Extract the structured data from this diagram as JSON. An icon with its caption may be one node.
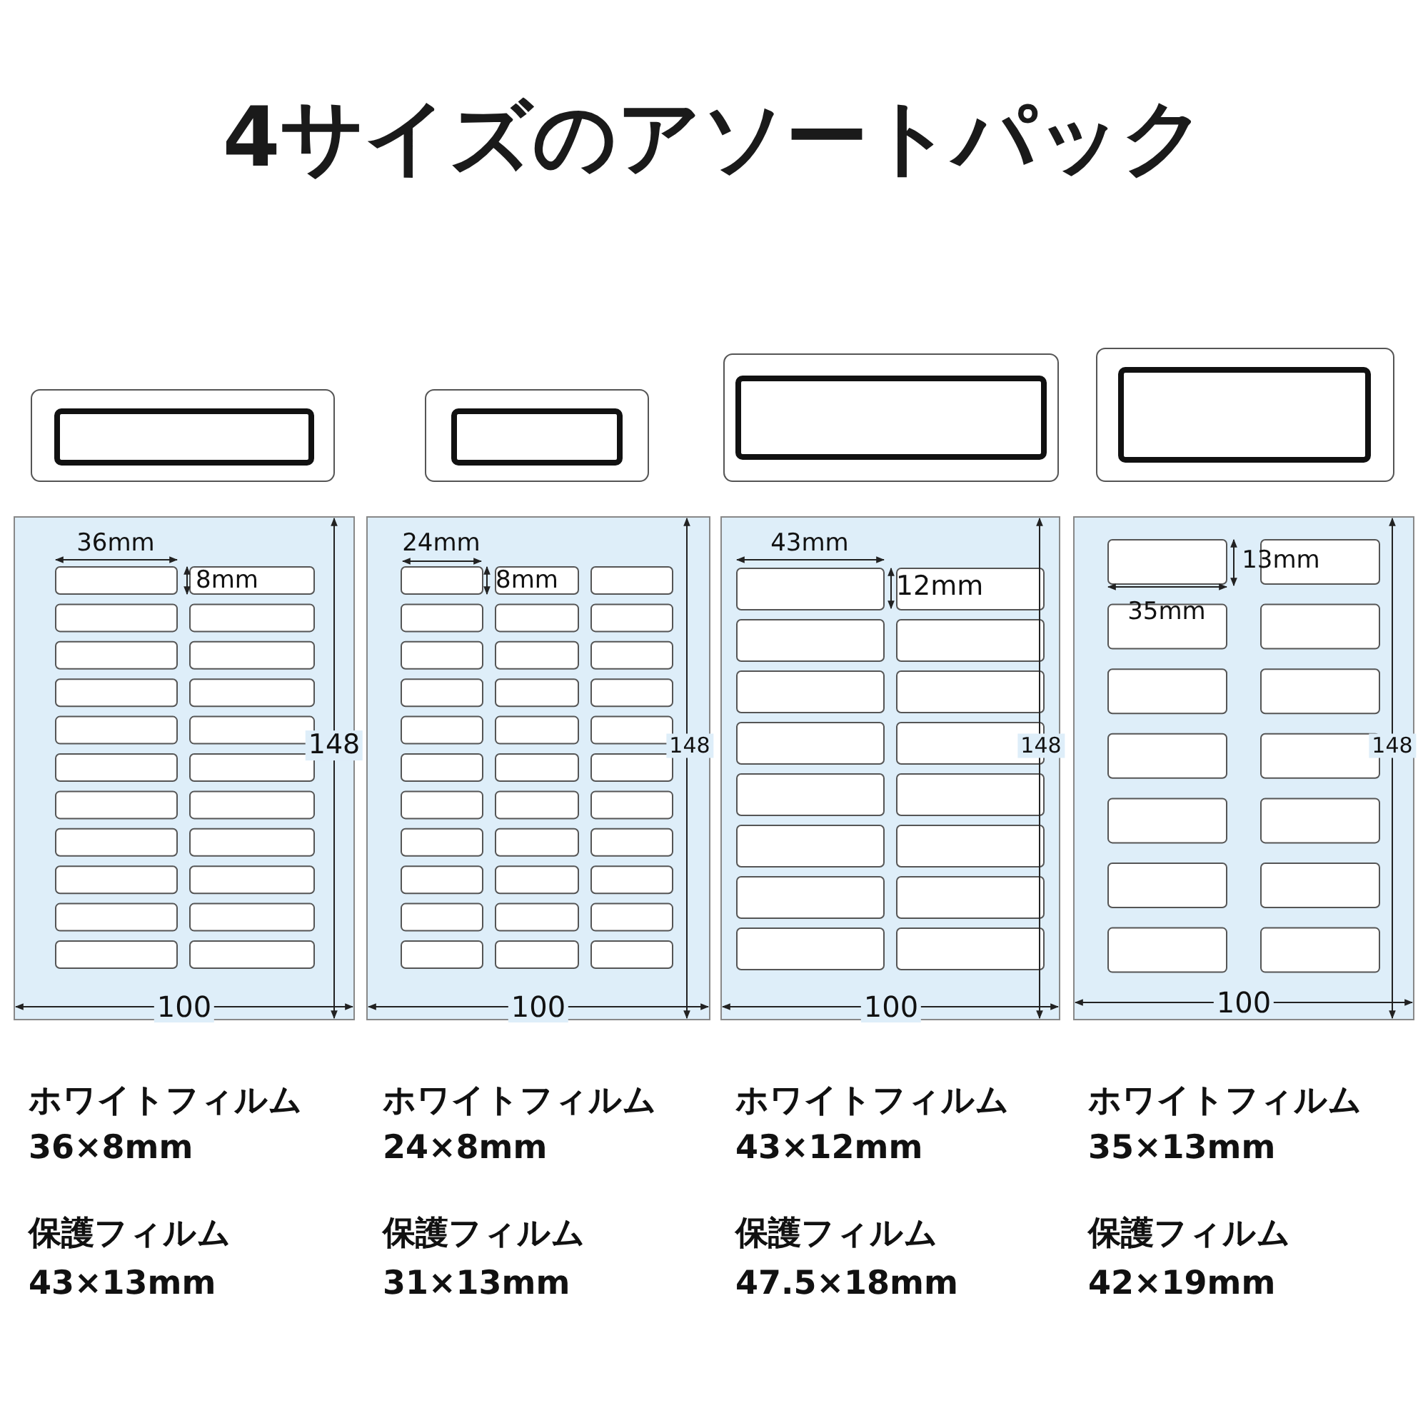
{
  "diagram": {
    "title": "4サイズのアソートパック",
    "labels": [
      "36mm",
      "8mm",
      "148",
      "100",
      "ホワイトフィルム",
      "36×8mm",
      "保護フィルム",
      "43×13mm",
      "24mm",
      "8mm",
      "148",
      "100",
      "ホワイトフィルム",
      "24×8mm",
      "保護フィルム",
      "31×13mm",
      "43mm",
      "12mm",
      "148",
      "100",
      "ホワイトフィルム",
      "43×12mm",
      "保護フィルム",
      "47.5×18mm",
      "13mm",
      "35mm",
      "148",
      "100",
      "ホワイトフィルム",
      "35×13mm",
      "保護フィルム",
      "42×19mm"
    ]
  }
}
